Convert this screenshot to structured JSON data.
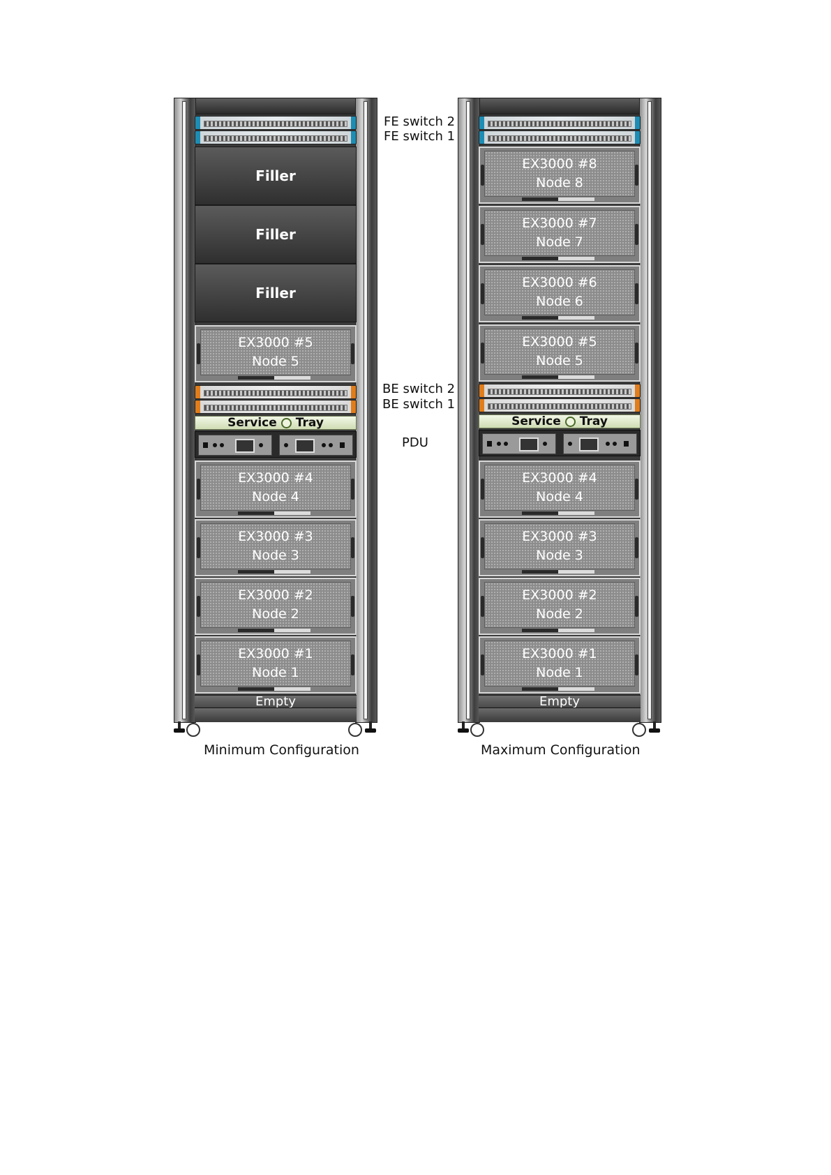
{
  "labels": {
    "fe_switch_2": "FE switch 2",
    "fe_switch_1": "FE switch 1",
    "be_switch_2": "BE switch 2",
    "be_switch_1": "BE switch 1",
    "pdu": "PDU"
  },
  "minimum": {
    "caption": "Minimum Configuration",
    "filler": [
      "Filler",
      "Filler",
      "Filler"
    ],
    "top_node": {
      "model": "EX3000 #5",
      "node": "Node 5"
    },
    "service_tray": {
      "left": "Service",
      "right": "Tray"
    },
    "bottom_nodes": [
      {
        "model": "EX3000 #4",
        "node": "Node 4"
      },
      {
        "model": "EX3000 #3",
        "node": "Node 3"
      },
      {
        "model": "EX3000 #2",
        "node": "Node 2"
      },
      {
        "model": "EX3000 #1",
        "node": "Node 1"
      }
    ],
    "empty": "Empty"
  },
  "maximum": {
    "caption": "Maximum Configuration",
    "top_nodes": [
      {
        "model": "EX3000 #8",
        "node": "Node 8"
      },
      {
        "model": "EX3000 #7",
        "node": "Node 7"
      },
      {
        "model": "EX3000 #6",
        "node": "Node 6"
      },
      {
        "model": "EX3000 #5",
        "node": "Node 5"
      }
    ],
    "service_tray": {
      "left": "Service",
      "right": "Tray"
    },
    "bottom_nodes": [
      {
        "model": "EX3000 #4",
        "node": "Node 4"
      },
      {
        "model": "EX3000 #3",
        "node": "Node 3"
      },
      {
        "model": "EX3000 #2",
        "node": "Node 2"
      },
      {
        "model": "EX3000 #1",
        "node": "Node 1"
      }
    ],
    "empty": "Empty"
  },
  "colors": {
    "fe_switch_accent": "#1f8db3",
    "be_switch_accent": "#e07d1c",
    "service_tray": "#dfe8c8",
    "rack": "#3b3b3b"
  }
}
